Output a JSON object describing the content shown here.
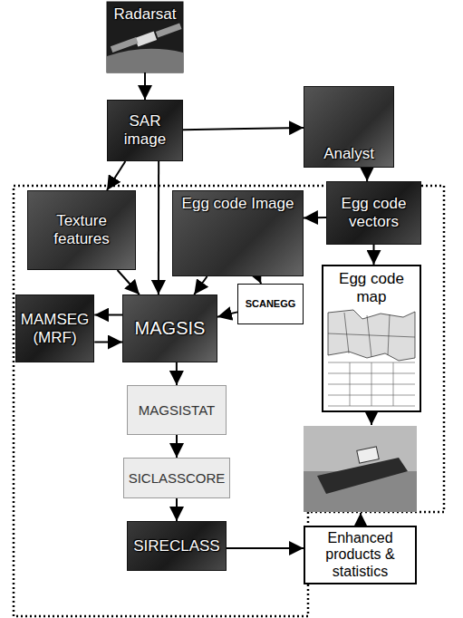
{
  "diagram": {
    "nodes": [
      {
        "text": [
          "Radarsat"
        ]
      },
      {
        "text": [
          "SAR image"
        ]
      },
      {
        "text": [
          "Analyst"
        ]
      },
      {
        "text": [
          "Texture features"
        ]
      },
      {
        "text": [
          "Egg code Image"
        ]
      },
      {
        "text": [
          "Egg code vectors"
        ]
      },
      {
        "text": [
          "MAMSEG (MRF)"
        ]
      },
      {
        "text": [
          "MAGSIS"
        ]
      },
      {
        "text": [
          "SCANEGG"
        ]
      },
      {
        "text": [
          "Egg code map"
        ]
      },
      {
        "text": [
          "MAGSISTAT"
        ]
      },
      {
        "text": [
          "SICLASSCORE"
        ]
      },
      {
        "text": [
          "SIRECLASS"
        ]
      },
      {
        "text": [
          "Enhanced products & statistics"
        ]
      }
    ],
    "edges": [
      {
        "from": 0,
        "to": 1,
        "arrow": "to"
      },
      {
        "from": 1,
        "to": 2,
        "arrow": "to"
      },
      {
        "from": 1,
        "to": 3,
        "arrow": "to"
      },
      {
        "from": 1,
        "to": 7,
        "arrow": "to"
      },
      {
        "from": 2,
        "to": 5,
        "arrow": "to"
      },
      {
        "from": 5,
        "to": 4,
        "arrow": "to"
      },
      {
        "from": 5,
        "to": 9,
        "arrow": "to"
      },
      {
        "from": 3,
        "to": 7,
        "arrow": "to"
      },
      {
        "from": 4,
        "to": 7,
        "arrow": "to"
      },
      {
        "from": 4,
        "to": 8,
        "arrow": "to"
      },
      {
        "from": 8,
        "to": 7,
        "arrow": "to"
      },
      {
        "from": 7,
        "to": 6,
        "arrow": "to"
      },
      {
        "from": 6,
        "to": 7,
        "arrow": "to"
      },
      {
        "from": 7,
        "to": 10,
        "arrow": "to"
      },
      {
        "from": 10,
        "to": 11,
        "arrow": "to"
      },
      {
        "from": 11,
        "to": 12,
        "arrow": "to"
      },
      {
        "from": 12,
        "to": 13,
        "arrow": "to"
      }
    ]
  }
}
